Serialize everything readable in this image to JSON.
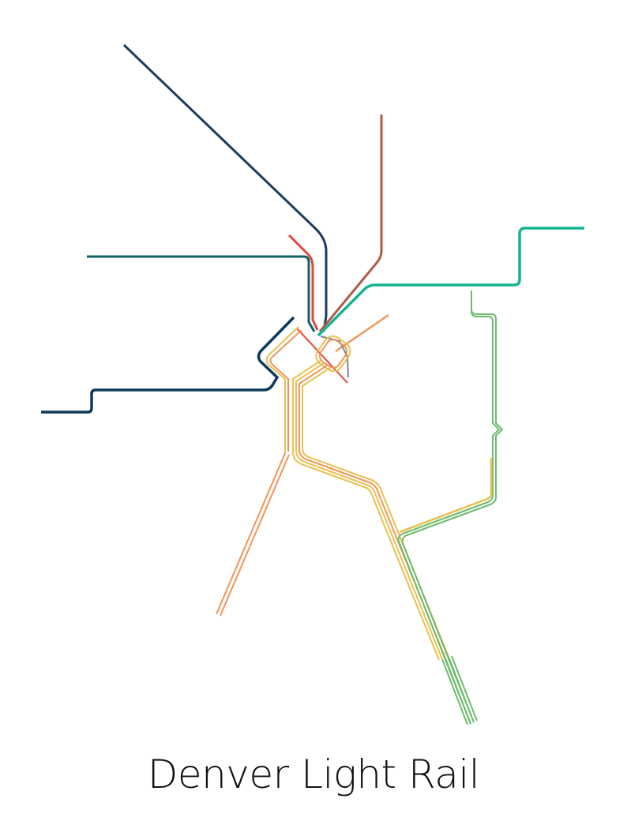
{
  "title": "Denver Light Rail",
  "lines": [
    {
      "id": "navy-northwest",
      "color": "#1d3d5c"
    },
    {
      "id": "teal-west",
      "color": "#0f6068"
    },
    {
      "id": "red-north",
      "color": "#e2493a"
    },
    {
      "id": "brown-north",
      "color": "#b15a45"
    },
    {
      "id": "green-east",
      "color": "#14b48f"
    },
    {
      "id": "navy-southwest",
      "color": "#0d3a5a"
    },
    {
      "id": "orange",
      "color": "#f0955a"
    },
    {
      "id": "yellow",
      "color": "#e8c050"
    },
    {
      "id": "green-southeast",
      "color": "#6dbb6d"
    },
    {
      "id": "gray-loop",
      "color": "#808890"
    }
  ]
}
